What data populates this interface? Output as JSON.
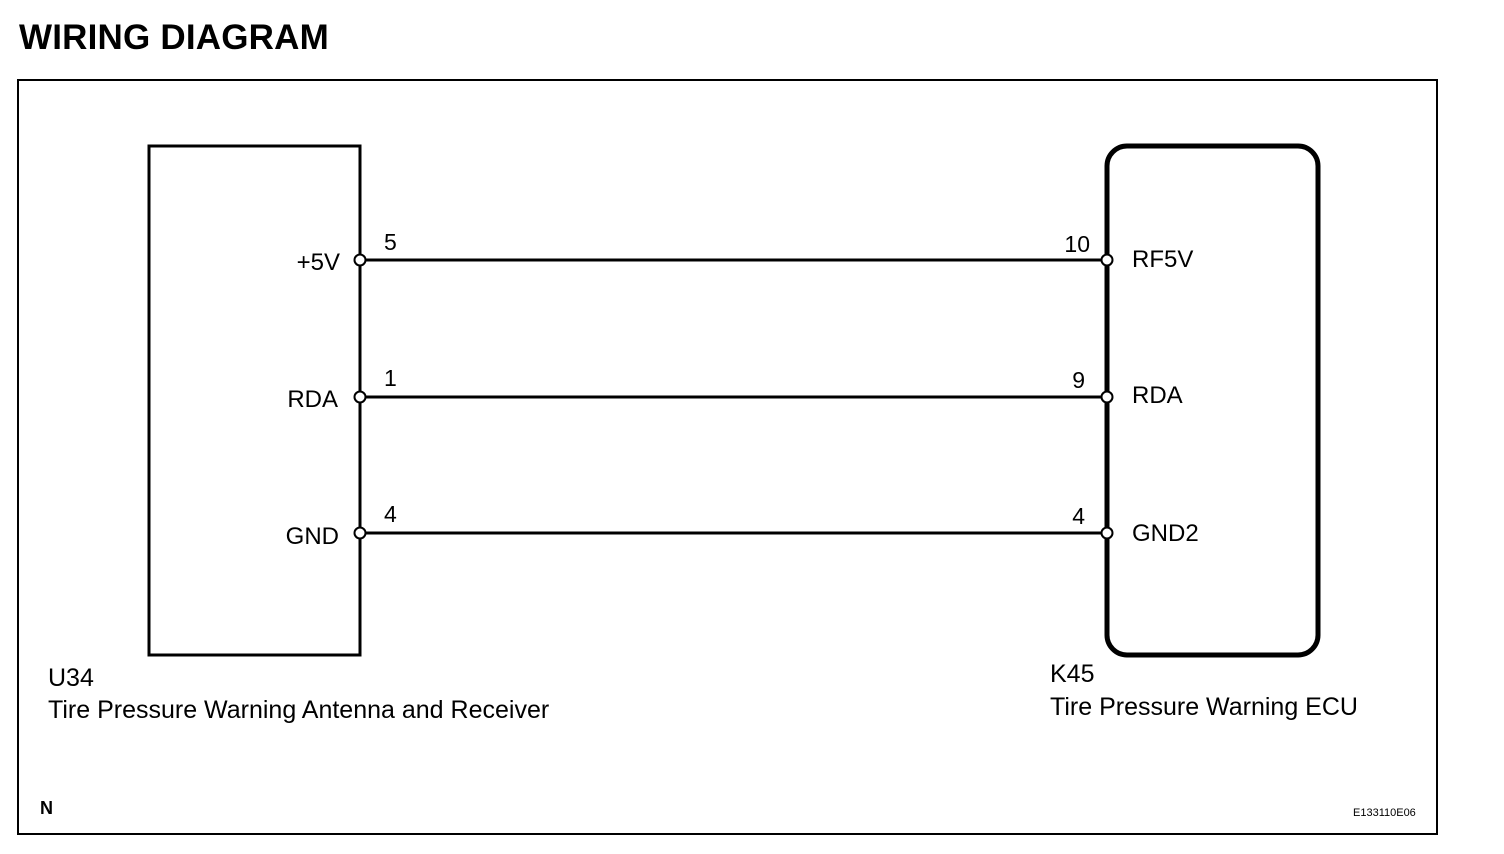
{
  "title": "WIRING DIAGRAM",
  "left_component": {
    "code": "U34",
    "name": "Tire Pressure Warning Antenna and Receiver",
    "terminals": [
      {
        "label": "+5V",
        "pin": "5"
      },
      {
        "label": "RDA",
        "pin": "1"
      },
      {
        "label": "GND",
        "pin": "4"
      }
    ]
  },
  "right_component": {
    "code": "K45",
    "name": "Tire Pressure Warning ECU",
    "terminals": [
      {
        "label": "RF5V",
        "pin": "10"
      },
      {
        "label": "RDA",
        "pin": "9"
      },
      {
        "label": "GND2",
        "pin": "4"
      }
    ]
  },
  "corner_mark": "N",
  "figure_id": "E133110E06"
}
